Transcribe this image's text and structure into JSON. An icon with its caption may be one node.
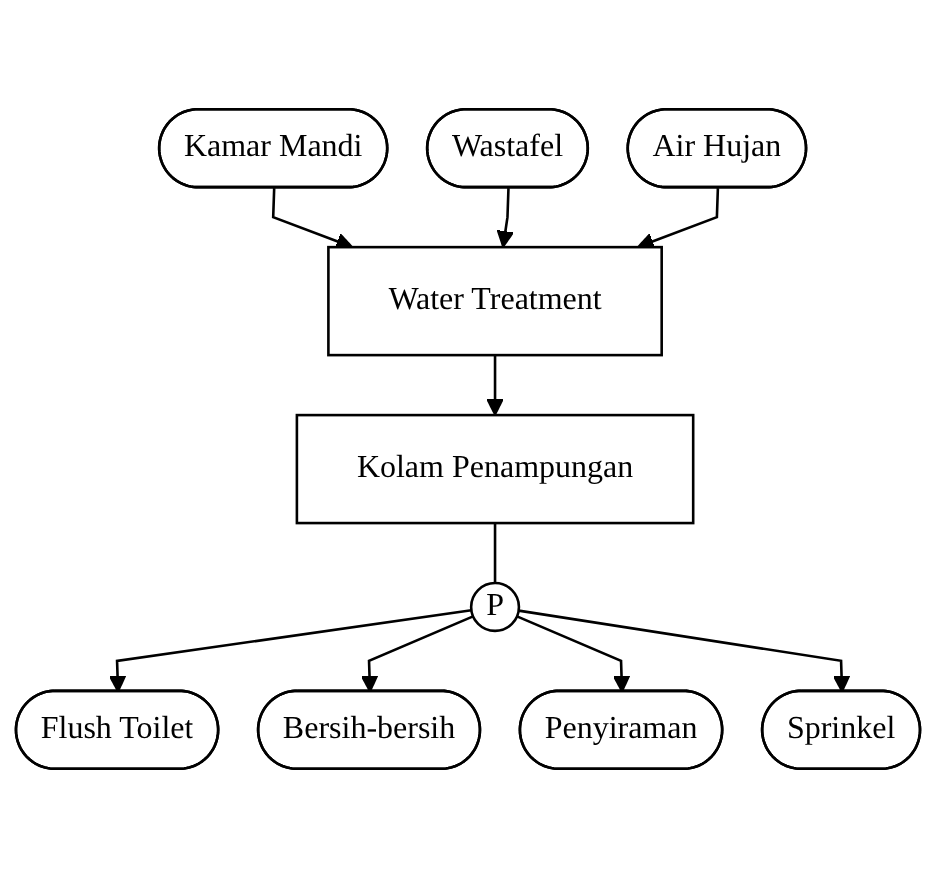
{
  "diagram": {
    "nodes": [
      {
        "text": [
          "Kamar Mandi"
        ]
      },
      {
        "text": [
          "Wastafel"
        ]
      },
      {
        "text": [
          "Air Hujan"
        ]
      },
      {
        "text": [
          "Water Treatment"
        ]
      },
      {
        "text": [
          "Kolam Penampungan"
        ]
      },
      {
        "text": [
          "P"
        ]
      },
      {
        "text": [
          "Flush Toilet"
        ]
      },
      {
        "text": [
          "Bersih-bersih"
        ]
      },
      {
        "text": [
          "Penyiraman"
        ]
      },
      {
        "text": [
          "Sprinkel"
        ]
      }
    ],
    "edges": [
      {
        "from": 0,
        "to": 3,
        "arrow": "to"
      },
      {
        "from": 1,
        "to": 3,
        "arrow": "to"
      },
      {
        "from": 2,
        "to": 3,
        "arrow": "to"
      },
      {
        "from": 3,
        "to": 4,
        "arrow": "to"
      },
      {
        "from": 4,
        "to": 5,
        "arrow": "none"
      },
      {
        "from": 5,
        "to": 6,
        "arrow": "to"
      },
      {
        "from": 5,
        "to": 7,
        "arrow": "to"
      },
      {
        "from": 5,
        "to": 8,
        "arrow": "to"
      },
      {
        "from": 5,
        "to": 9,
        "arrow": "to"
      }
    ]
  }
}
